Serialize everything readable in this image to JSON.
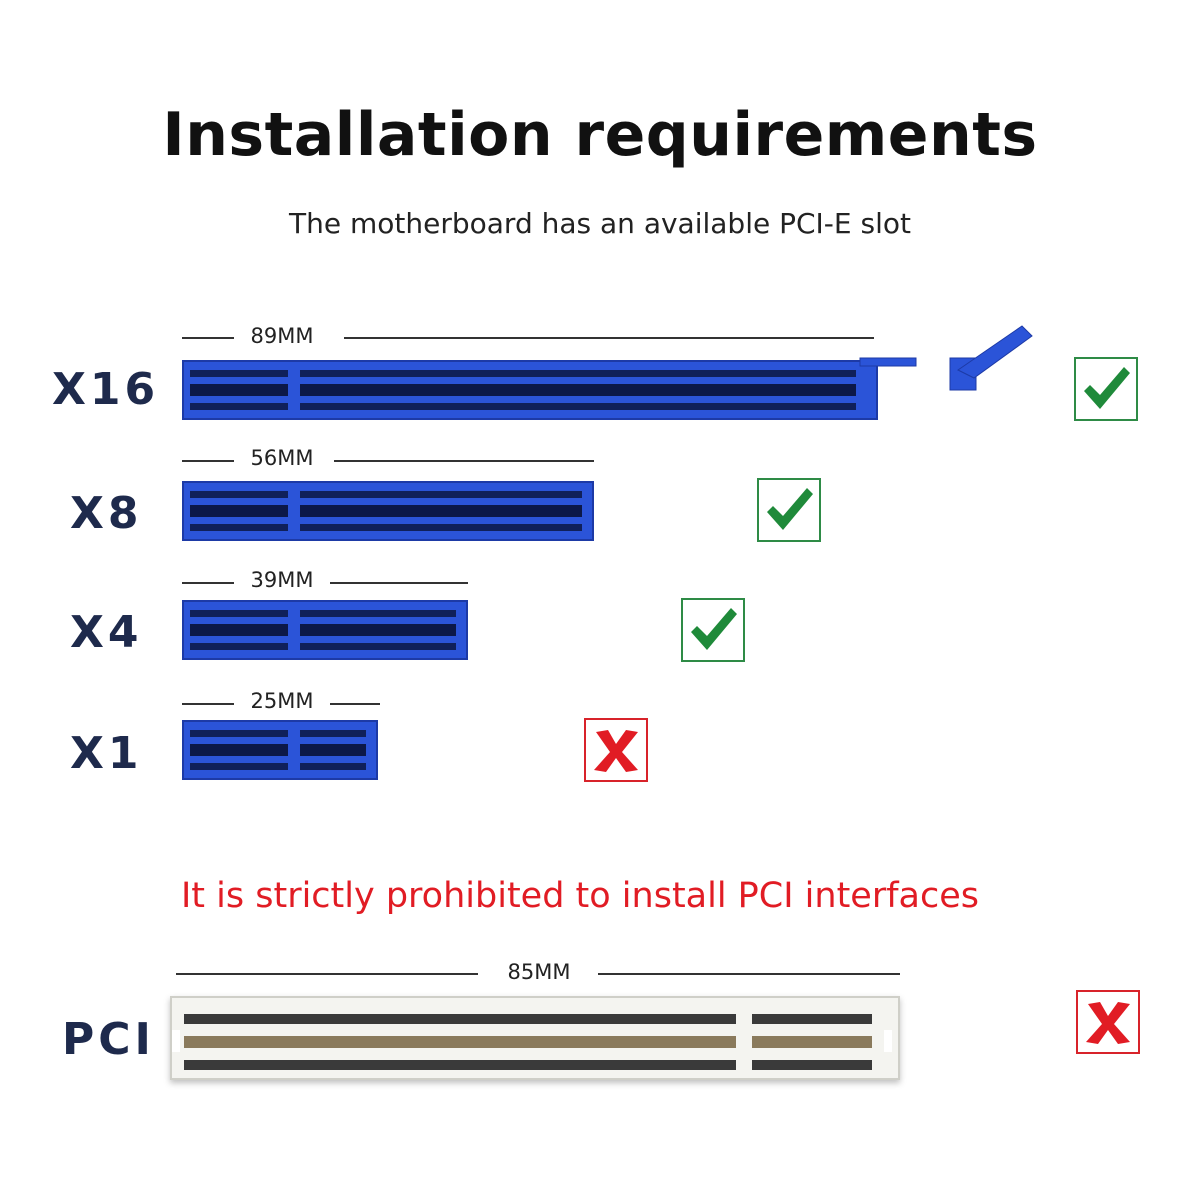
{
  "title": "Installation requirements",
  "subtitle": "The motherboard has an available PCI-E slot",
  "warning": "It is strictly prohibited to install PCI interfaces",
  "colors": {
    "slot_blue": "#2b54d8",
    "ok_green": "#1f8a3a",
    "no_red": "#e11c24"
  },
  "slots": [
    {
      "label": "X16",
      "length": "89MM",
      "status": "check-icon"
    },
    {
      "label": "X8",
      "length": "56MM",
      "status": "check-icon"
    },
    {
      "label": "X4",
      "length": "39MM",
      "status": "check-icon"
    },
    {
      "label": "X1",
      "length": "25MM",
      "status": "cross-icon"
    }
  ],
  "pci": {
    "label": "PCI",
    "length": "85MM",
    "status": "cross-icon"
  }
}
